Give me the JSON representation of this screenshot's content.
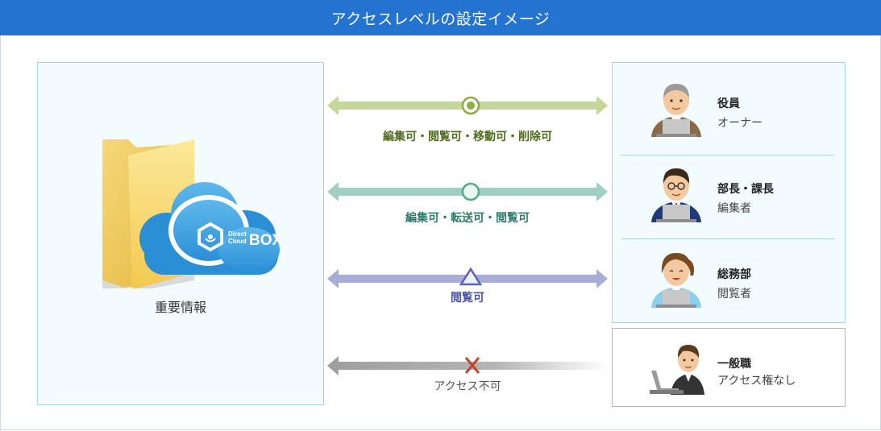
{
  "header": {
    "title": "アクセスレベルの設定イメージ"
  },
  "left": {
    "label": "重要情報",
    "logo_line1": "Direct",
    "logo_line2": "Cloud",
    "logo_box": "BOX"
  },
  "arrows": [
    {
      "label": "編集可・閲覧可・移動可・削除可",
      "color": "#c4d69a",
      "text_color": "#4e6b1c",
      "symbol": "double-circle"
    },
    {
      "label": "編集可・転送可・閲覧可",
      "color": "#9ecfc0",
      "text_color": "#2e7a68",
      "symbol": "circle"
    },
    {
      "label": "閲覧可",
      "color": "#a8acd9",
      "text_color": "#4b53a6",
      "symbol": "triangle"
    },
    {
      "label": "アクセス不可",
      "color": "#a9a9a9",
      "text_color": "#555555",
      "symbol": "cross"
    }
  ],
  "roles": [
    {
      "title": "役員",
      "sub": "オーナー"
    },
    {
      "title": "部長・課長",
      "sub": "編集者"
    },
    {
      "title": "総務部",
      "sub": "閲覧者"
    }
  ],
  "general": {
    "title": "一般職",
    "sub": "アクセス権なし"
  }
}
